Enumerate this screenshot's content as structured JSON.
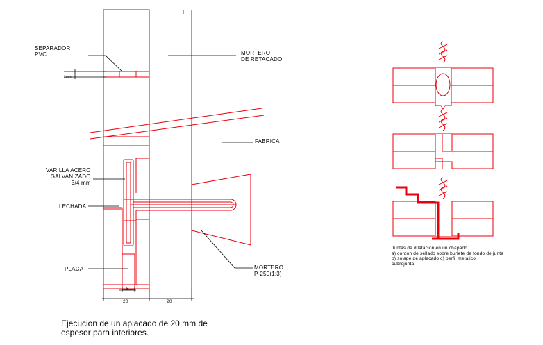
{
  "labels": {
    "separador": "SEPARADOR\nPVC",
    "mortero_retacado": "MORTERO\nDE RETACADO",
    "fabrica": "FABRICA",
    "varilla": "VARILLA ACERO\nGALVANIZADO\n3/4 mm",
    "lechada": "LECHADA",
    "placa": "PLACA",
    "mortero_p250": "MORTERO\nP-250(1:3)",
    "dim_sep": "1mm",
    "dim_5": "5",
    "dim_20a": "20",
    "dim_20b": "20"
  },
  "notes": {
    "juntas": "Juntas de dilatacion en un chapado\na) cordon de sellado sobre burlete de fondo de junta\nb) solape de aplacado c) perfil metalico\ncubrejunta."
  },
  "caption": "Ejecucion de un aplacado de 20 mm de\nespesor para interiores.",
  "colors": {
    "drawing": "#e8000b",
    "text": "#000000",
    "background": "#ffffff"
  }
}
